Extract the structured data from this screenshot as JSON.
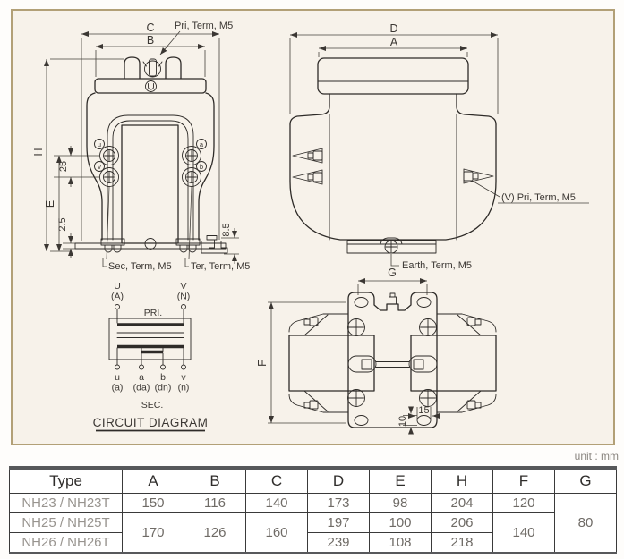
{
  "unit_label": "unit : mm",
  "drawing": {
    "front_view": {
      "dim_c": "C",
      "dim_b": "B",
      "dim_h": "H",
      "dim_e": "E",
      "dim_25": "25",
      "dim_2_5": "2.5",
      "dim_8_5": "8.5",
      "pri_term_label": "Pri, Term, M5",
      "sec_term_label": "Sec, Term, M5",
      "ter_term_label": "Ter, Term, M5",
      "terminal_u": "u",
      "terminal_v": "v",
      "terminal_a": "a",
      "terminal_b": "b"
    },
    "side_view": {
      "dim_d": "D",
      "dim_a": "A",
      "v_pri_term_label": "(V) Pri, Term, M5",
      "earth_term_label": "Earth, Term, M5"
    },
    "top_view": {
      "dim_g": "G",
      "dim_f": "F",
      "dim_15": "15",
      "dim_10": "10"
    },
    "circuit": {
      "title": "CIRCUIT DIAGRAM",
      "pri_label": "PRI.",
      "sec_label": "SEC.",
      "top_terminals": [
        {
          "name": "U",
          "sub": "(A)"
        },
        {
          "name": "V",
          "sub": "(N)"
        }
      ],
      "bottom_terminals": [
        {
          "name": "u",
          "sub": "(a)"
        },
        {
          "name": "a",
          "sub": "(da)"
        },
        {
          "name": "b",
          "sub": "(dn)"
        },
        {
          "name": "v",
          "sub": "(n)"
        }
      ]
    }
  },
  "table": {
    "headers": [
      "Type",
      "A",
      "B",
      "C",
      "D",
      "E",
      "H",
      "F",
      "G"
    ],
    "rows": [
      {
        "type": "NH23 / NH23T",
        "A": "150",
        "B": "116",
        "C": "140",
        "D": "173",
        "E": "98",
        "H": "204",
        "F": "120"
      },
      {
        "type": "NH25 / NH25T",
        "D": "197",
        "E": "100",
        "H": "206"
      },
      {
        "type": "NH26 / NH26T",
        "D": "239",
        "E": "108",
        "H": "218"
      }
    ],
    "merged": {
      "A": "170",
      "B": "126",
      "C": "160",
      "F": "140",
      "G": "80"
    }
  }
}
